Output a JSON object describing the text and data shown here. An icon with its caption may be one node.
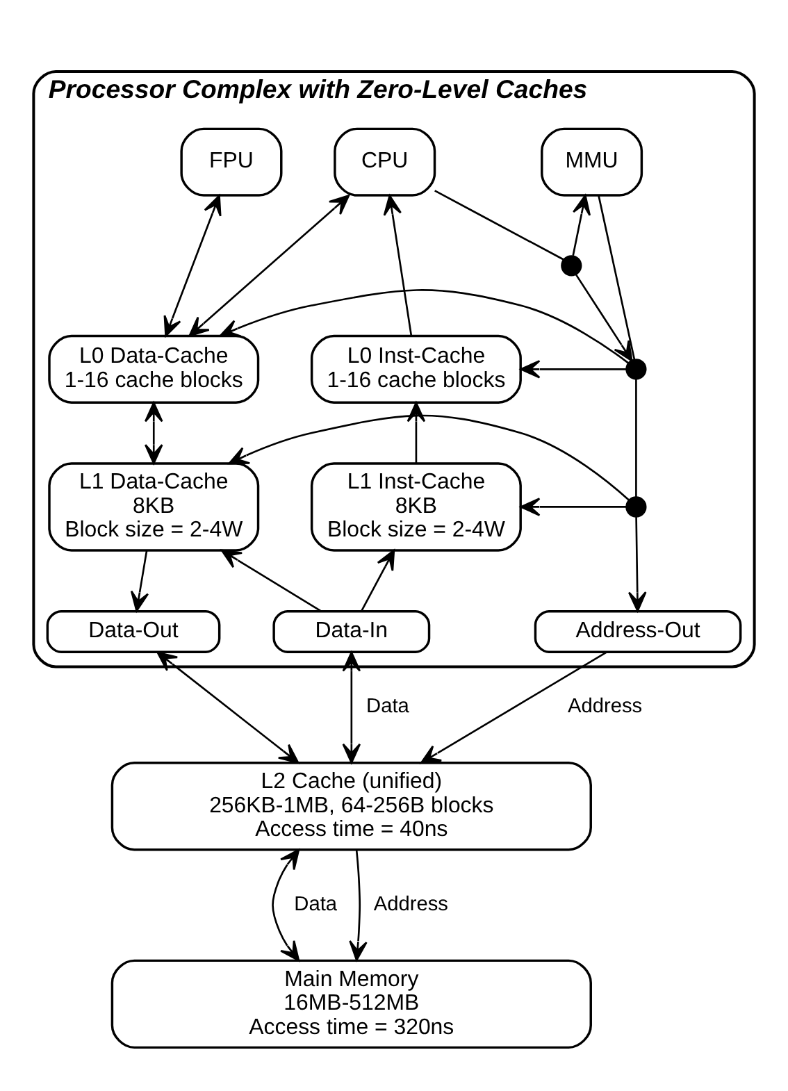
{
  "diagram": {
    "nodes": [
      {
        "text": [
          "Processor Complex with Zero-Level Caches"
        ]
      },
      {
        "text": [
          "CPU"
        ],
        "in": 0
      },
      {
        "text": [],
        "shape": "circle",
        "in": 0
      },
      {
        "text": [
          "MMU"
        ],
        "in": 0
      },
      {
        "text": [
          "FPU"
        ],
        "in": 0
      },
      {
        "text": [
          "L0 Inst-Cache",
          "1-16 cache blocks"
        ],
        "in": 0
      },
      {
        "text": [],
        "shape": "circle",
        "in": 0
      },
      {
        "text": [
          "L0 Data-Cache",
          "1-16 cache blocks"
        ],
        "in": 0
      },
      {
        "text": [
          "L1 Inst-Cache",
          "8KB",
          "Block size = 2-4W"
        ],
        "in": 0
      },
      {
        "text": [],
        "shape": "circle",
        "in": 0
      },
      {
        "text": [
          "L1 Data-Cache",
          "8KB",
          "Block size = 2-4W"
        ],
        "in": 0
      },
      {
        "text": [
          "Data-In"
        ],
        "in": 0
      },
      {
        "text": [
          "Address-Out"
        ],
        "in": 0
      },
      {
        "text": [
          "Data-Out"
        ],
        "in": 0
      },
      {
        "text": [
          "L2 Cache (unified)",
          "256KB-1MB, 64-256B blocks",
          "Access time = 40ns"
        ]
      },
      {
        "text": [
          "Main Memory",
          "16MB-512MB",
          "Access time = 320ns"
        ]
      }
    ],
    "edges": [
      {
        "from": 1,
        "to": 2,
        "arrow": "none"
      },
      {
        "from": 2,
        "to": 3,
        "arrow": "to"
      },
      {
        "from": 2,
        "to": 6,
        "arrow": "to"
      },
      {
        "from": 5,
        "to": 1,
        "arrow": "to"
      },
      {
        "from": 1,
        "to": 7,
        "arrow": "both"
      },
      {
        "from": 4,
        "to": 7,
        "arrow": "both"
      },
      {
        "from": 3,
        "to": 6,
        "arrow": "none"
      },
      {
        "from": 6,
        "to": 5,
        "arrow": "to"
      },
      {
        "from": 6,
        "to": 7,
        "arrow": "to"
      },
      {
        "from": 8,
        "to": 5,
        "arrow": "to"
      },
      {
        "from": 7,
        "to": 10,
        "arrow": "both"
      },
      {
        "from": 6,
        "to": 9,
        "arrow": "none"
      },
      {
        "from": 9,
        "to": 8,
        "arrow": "to"
      },
      {
        "from": 9,
        "to": 10,
        "arrow": "to"
      },
      {
        "from": 9,
        "to": 12,
        "arrow": "to"
      },
      {
        "from": 11,
        "to": 8,
        "arrow": "to"
      },
      {
        "from": 11,
        "to": 10,
        "arrow": "to"
      },
      {
        "from": 10,
        "to": 13,
        "arrow": "to"
      },
      {
        "from": 11,
        "to": 14,
        "label": "Data",
        "arrow": "both"
      },
      {
        "from": 13,
        "to": 14,
        "arrow": "both"
      },
      {
        "from": 12,
        "to": 14,
        "label": "Address",
        "arrow": "to"
      },
      {
        "from": 14,
        "to": 15,
        "label": "Data",
        "arrow": "both"
      },
      {
        "from": 14,
        "to": 15,
        "label": "Address",
        "arrow": "to"
      }
    ]
  }
}
